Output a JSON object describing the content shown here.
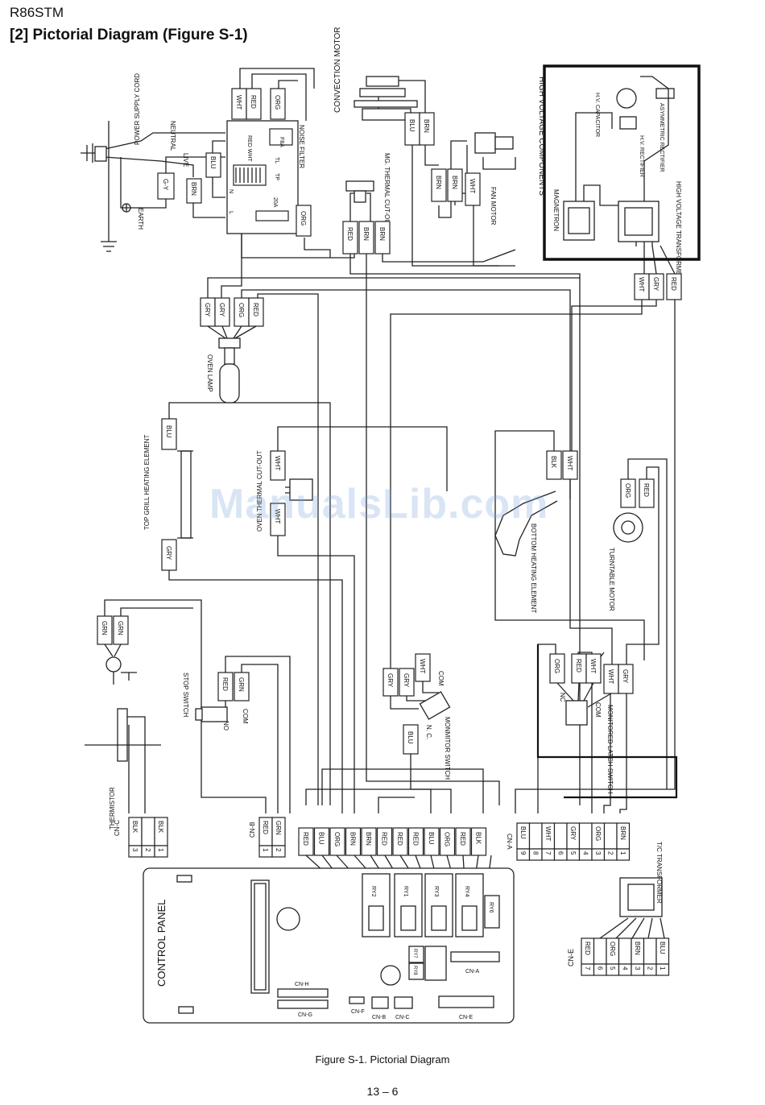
{
  "header": {
    "model": "R86STM",
    "title": "[2] Pictorial Diagram (Figure S-1)"
  },
  "footer": {
    "caption": "Figure S-1. Pictorial Diagram",
    "page": "13 – 6"
  },
  "watermark": "ManualsLib.com",
  "labels": {
    "power_supply_cord": "POWER SUPPLY CORD",
    "neutral": "NEUTRAL",
    "live": "LIVE",
    "earth": "EARTH",
    "gy": "G-Y",
    "noise_filter": "NOISE FILTER",
    "fuse": "F8A",
    "fuse2": "20A",
    "tl": "TL",
    "tp": "TP",
    "n": "N",
    "l": "L",
    "red_wht": "RED WHT",
    "convection_motor": "CONVECTION MOTOR",
    "mg_thermal_cutout": "MG. THERMAL CUT-OUT",
    "fan_motor": "FAN MOTOR",
    "high_voltage_components": "HIGH VOLTAGE COMPONENTS",
    "magnetron": "MAGNETRON",
    "hv_capacitor": "H.V. CAPACITOR",
    "asymmetric_rectifier": "ASYMMETRIC RECTIFIER",
    "hv_rectifier": "H.V. RECTIFIER",
    "hv_transformer": "HIGH VOLTAGE TRANSFORMER",
    "oven_lamp": "OVEN LAMP",
    "top_grill": "TOP GRILL HEATING ELEMENT",
    "oven_thermal_cutout": "OVEN THERMAL CUT-OUT",
    "bottom_heating": "BOTTOM HEATING ELEMENT",
    "turntable_motor": "TURNTABLE MOTOR",
    "stop_switch": "STOP SWITCH",
    "no": "NO",
    "com": "COM",
    "nc_label": "N. C.",
    "nc": "NC",
    "monitor_switch": "MONMITOR SWITCH",
    "monitored_latch_switch": "MONITORED LATCH SWITCH",
    "thermistor": "THERMISTOR",
    "control_panel": "CONTROL PANEL",
    "tc_transformer": "T/C TRANSFORMER",
    "cn_a": "CN-A",
    "cn_b": "CN-B",
    "cn_c": "CN-C",
    "cn_e": "CN-E",
    "cn_f": "CN-F",
    "cn_h": "CN-H",
    "cn_g": "CN-G"
  },
  "wire_tags": {
    "wht": "WHT",
    "red": "RED",
    "org": "ORG",
    "blu": "BLU",
    "brn": "BRN",
    "gry": "GRY",
    "grn": "GRN",
    "blk": "BLK"
  },
  "relays": [
    "RY2",
    "RY1",
    "RY3",
    "RY4",
    "RY6",
    "RY7",
    "RY8"
  ],
  "cn_c_pins": [
    {
      "pin": "3",
      "color": "BLK"
    },
    {
      "pin": "2",
      "color": ""
    },
    {
      "pin": "1",
      "color": "BLK"
    }
  ],
  "cn_b_pins": [
    {
      "pin": "1",
      "color": "RED"
    },
    {
      "pin": "2",
      "color": "GRN"
    }
  ],
  "relay_wires": [
    "RED",
    "BLU",
    "ORG",
    "BRN",
    "BRN",
    "RED",
    "RED",
    "RED",
    "BLU",
    "ORG",
    "RED",
    "BLK"
  ],
  "cn_a_pins": [
    {
      "pin": "9",
      "color": "BLU"
    },
    {
      "pin": "8",
      "color": ""
    },
    {
      "pin": "7",
      "color": "WHT"
    },
    {
      "pin": "6",
      "color": ""
    },
    {
      "pin": "5",
      "color": "GRY"
    },
    {
      "pin": "4",
      "color": ""
    },
    {
      "pin": "3",
      "color": "ORG"
    },
    {
      "pin": "2",
      "color": ""
    },
    {
      "pin": "1",
      "color": "BRN"
    }
  ],
  "cn_e_pins": [
    {
      "pin": "7",
      "color": "RED"
    },
    {
      "pin": "6",
      "color": ""
    },
    {
      "pin": "5",
      "color": "ORG"
    },
    {
      "pin": "4",
      "color": ""
    },
    {
      "pin": "3",
      "color": "BRN"
    },
    {
      "pin": "2",
      "color": ""
    },
    {
      "pin": "1",
      "color": "BLU"
    }
  ]
}
